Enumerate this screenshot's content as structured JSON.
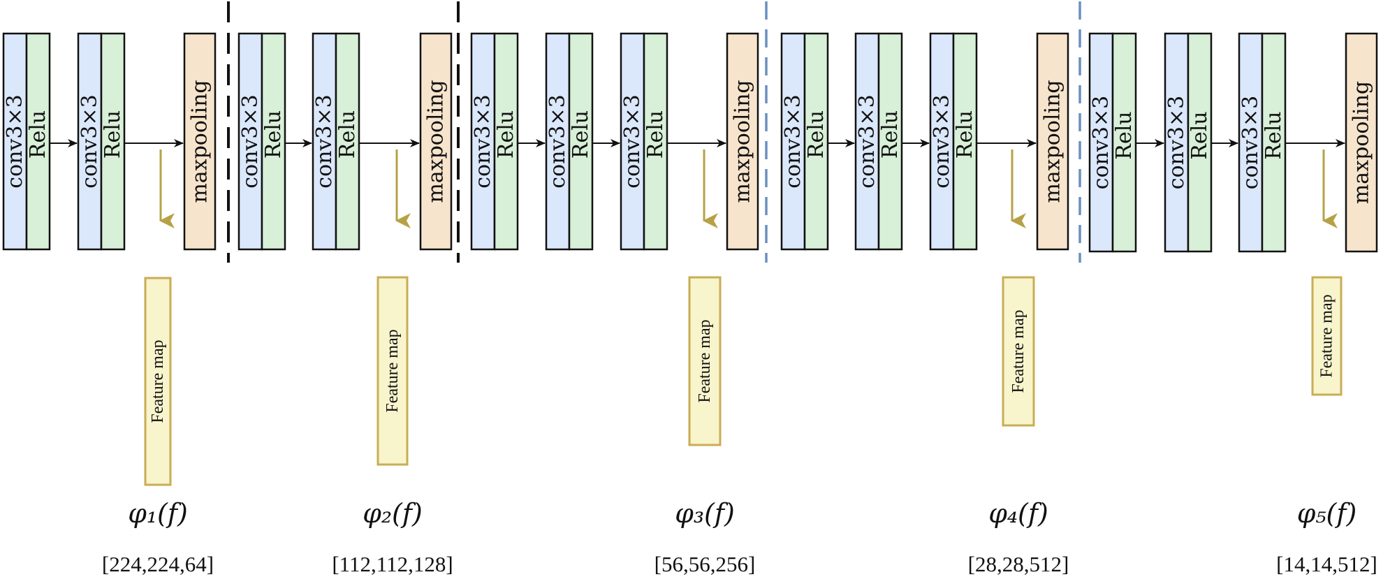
{
  "labels": {
    "conv": "conv3×3",
    "relu": "Relu",
    "pool": "maxpooling",
    "feature_map": "Feature map"
  },
  "colors": {
    "conv_fill": "#dbe8fb",
    "relu_fill": "#d8efd8",
    "pool_fill": "#f7e4cc",
    "feature_fill": "#f8f4cc",
    "feature_stroke": "#c9ad55",
    "down_arrow": "#b7a146",
    "divider_black": "#111111",
    "divider_blue": "#6b8fc0"
  },
  "blocks": [
    {
      "convs": 2,
      "output_symbol": "φ₁(f)",
      "output_shape": "[224,224,64]"
    },
    {
      "convs": 2,
      "output_symbol": "φ₂(f)",
      "output_shape": "[112,112,128]"
    },
    {
      "convs": 3,
      "output_symbol": "φ₃(f)",
      "output_shape": "[56,56,256]"
    },
    {
      "convs": 3,
      "output_symbol": "φ₄(f)",
      "output_shape": "[28,28,512]"
    },
    {
      "convs": 3,
      "output_symbol": "φ₅(f)",
      "output_shape": "[14,14,512]"
    }
  ],
  "dividers": [
    "black-dashed",
    "black-dashed",
    "blue-dashed",
    "blue-dashed"
  ]
}
